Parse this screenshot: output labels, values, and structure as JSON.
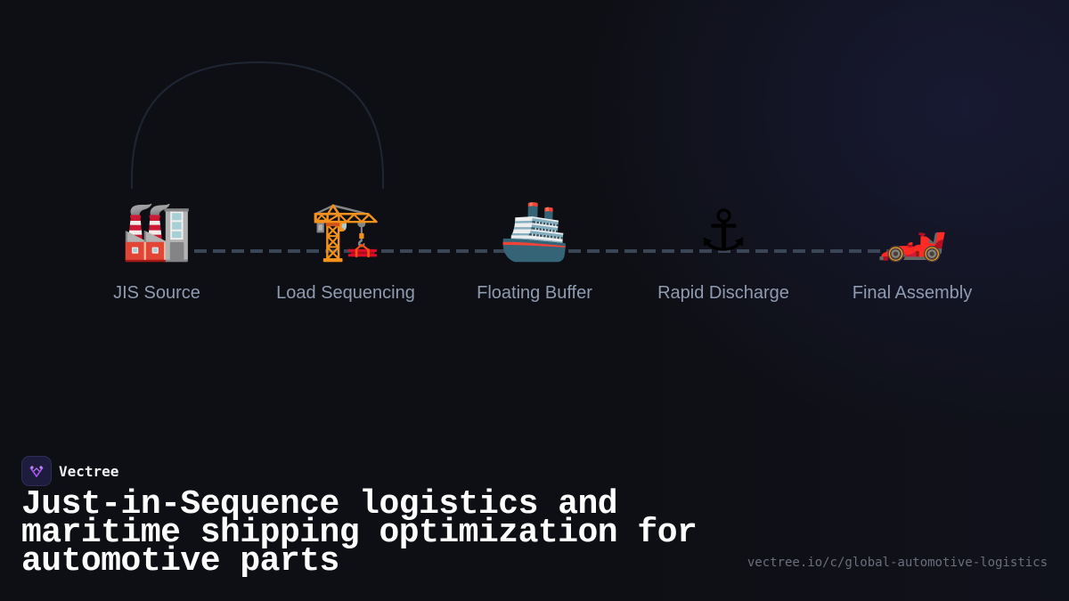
{
  "diagram": {
    "steps": [
      {
        "icon": "🏭",
        "icon_name": "factory-icon",
        "label": "JIS Source"
      },
      {
        "icon": "🏗️",
        "icon_name": "construction-crane-icon",
        "label": "Load Sequencing"
      },
      {
        "icon": "🚢",
        "icon_name": "ship-icon",
        "label": "Floating Buffer"
      },
      {
        "icon": "⚓",
        "icon_name": "anchor-icon",
        "label": "Rapid Discharge"
      },
      {
        "icon": "🏎️",
        "icon_name": "race-car-icon",
        "label": "Final Assembly"
      }
    ]
  },
  "brand": {
    "name": "Vectree",
    "logo_icon": "vectree-logo-icon",
    "accent": "#a855f7"
  },
  "title": "Just-in-Sequence logistics and maritime shipping optimization for automotive parts",
  "url": "vectree.io/c/global-automotive-logistics",
  "colors": {
    "background": "#0e0f14",
    "track": "#3a4556",
    "label": "#8f9bb0",
    "arc": "#1f2633"
  }
}
